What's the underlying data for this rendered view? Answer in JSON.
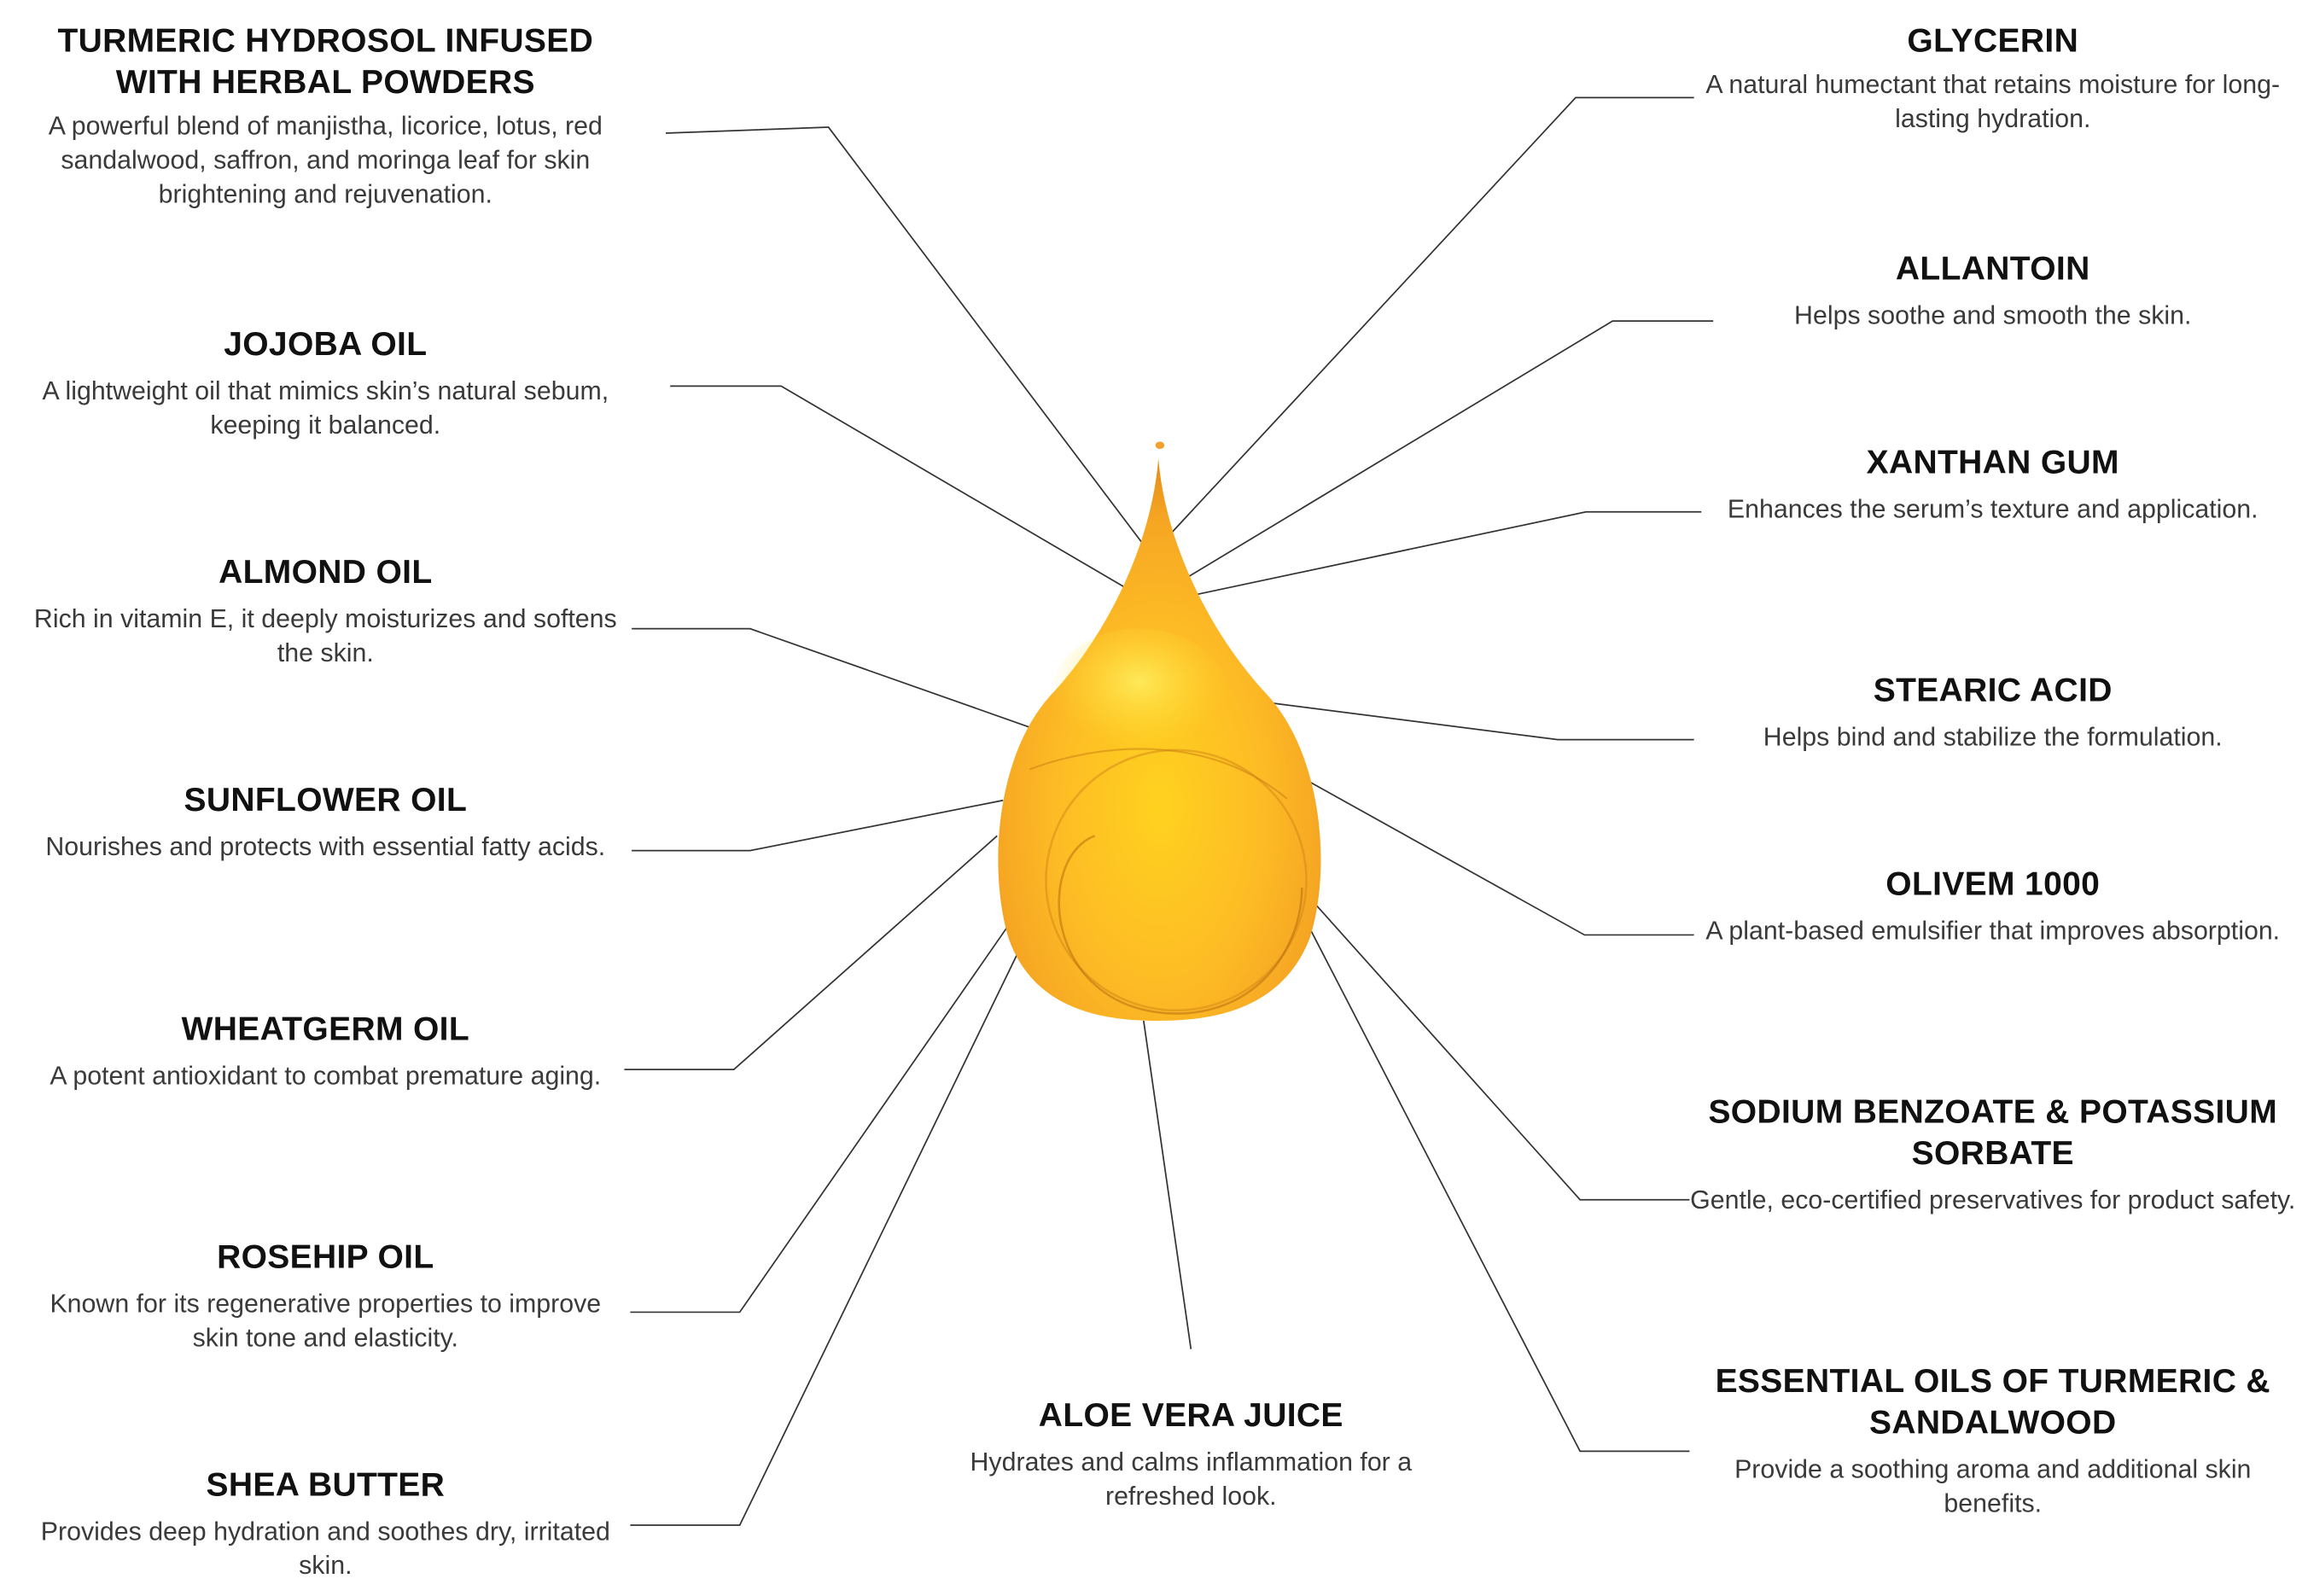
{
  "left": [
    {
      "title": "TURMERIC HYDROSOL INFUSED WITH HERBAL POWDERS",
      "desc": "A powerful blend of manjistha, licorice, lotus, red sandalwood, saffron, and moringa leaf for skin brightening and rejuvenation."
    },
    {
      "title": "JOJOBA OIL",
      "desc": "A lightweight oil that mimics skin’s natural sebum, keeping it balanced."
    },
    {
      "title": "ALMOND OIL",
      "desc": "Rich in vitamin E, it deeply moisturizes and softens the skin."
    },
    {
      "title": "SUNFLOWER OIL",
      "desc": "Nourishes and protects with essential fatty acids."
    },
    {
      "title": "WHEATGERM OIL",
      "desc": "A potent antioxidant to combat premature aging."
    },
    {
      "title": "ROSEHIP OIL",
      "desc": "Known for its regenerative properties to improve skin tone and elasticity."
    },
    {
      "title": "SHEA BUTTER",
      "desc": "Provides deep hydration and soothes dry, irritated skin."
    }
  ],
  "right": [
    {
      "title": "GLYCERIN",
      "desc": "A natural humectant that retains moisture for long-lasting hydration."
    },
    {
      "title": "ALLANTOIN",
      "desc": "Helps soothe and smooth the skin."
    },
    {
      "title": "XANTHAN GUM",
      "desc": "Enhances the serum’s texture and application."
    },
    {
      "title": "STEARIC ACID",
      "desc": "Helps bind and stabilize the formulation."
    },
    {
      "title": "OLIVEM 1000",
      "desc": "A plant-based emulsifier that improves absorption."
    },
    {
      "title": "SODIUM BENZOATE & POTASSIUM SORBATE",
      "desc": "Gentle, eco-certified preservatives for product safety."
    },
    {
      "title": "ESSENTIAL OILS OF TURMERIC & SANDALWOOD",
      "desc": "Provide a soothing aroma and additional skin benefits."
    }
  ],
  "bottom": {
    "title": "ALOE VERA JUICE",
    "desc": "Hydrates and calms inflammation for a refreshed look."
  },
  "colors": {
    "drop_light": "#FFE033",
    "drop_mid": "#FDB62A",
    "drop_dark": "#E8901A",
    "line": "#333333"
  }
}
